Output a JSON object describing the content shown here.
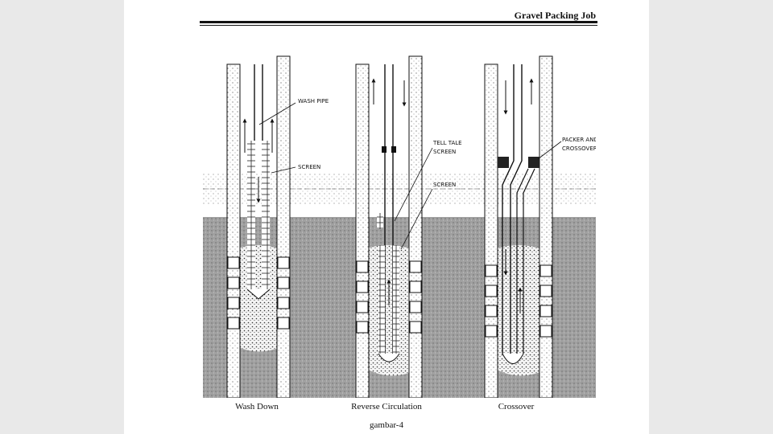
{
  "header": {
    "title": "Gravel Packing Job"
  },
  "figure": {
    "panels": [
      {
        "caption": "Wash Down",
        "labels": [
          "WASH PIPE",
          "SCREEN"
        ]
      },
      {
        "caption": "Reverse Circulation",
        "labels": [
          "TELL TALE",
          "SCREEN",
          "SCREEN"
        ]
      },
      {
        "caption": "Crossover",
        "labels": [
          "PACKER AND",
          "CROSSOVER"
        ]
      }
    ],
    "figure_label": "gambar-4"
  },
  "colors": {
    "ink": "#111111",
    "formation": "#9a9a9a",
    "page": "#ffffff",
    "background": "#e9e9e9"
  }
}
